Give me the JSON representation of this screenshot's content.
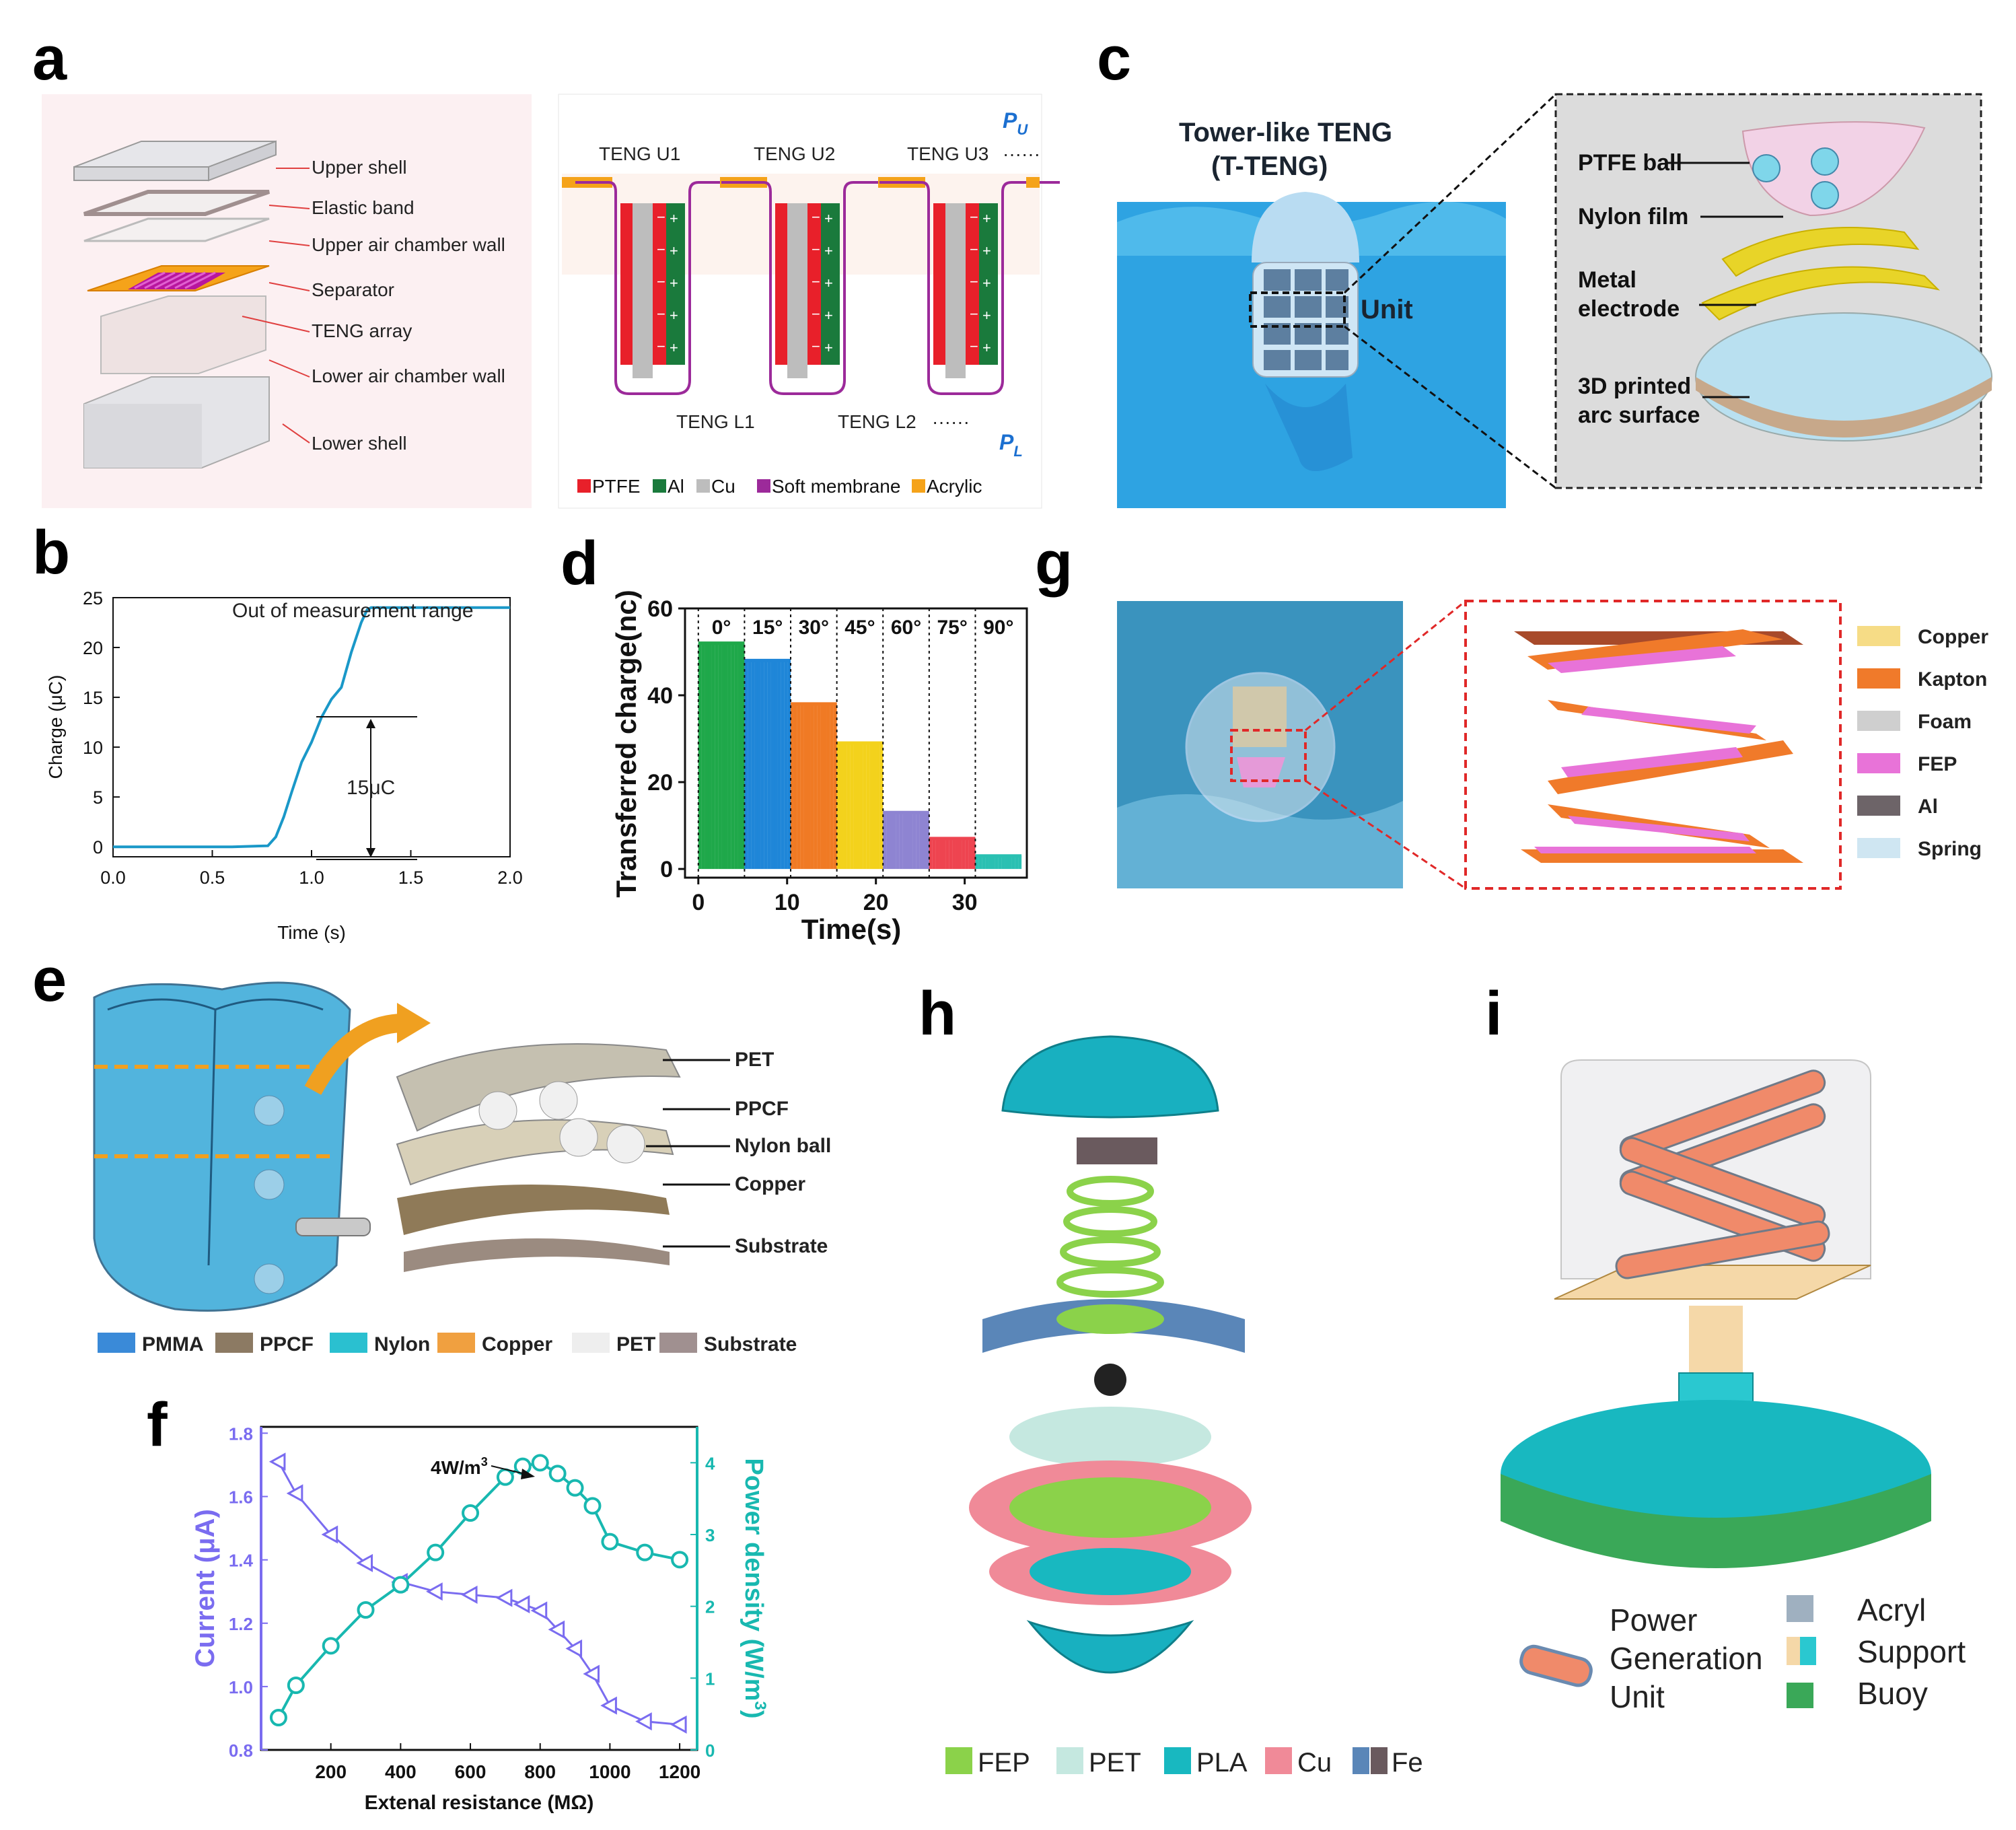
{
  "panels": {
    "a": "a",
    "b": "b",
    "c": "c",
    "d": "d",
    "e": "e",
    "f": "f",
    "g": "g",
    "h": "h",
    "i": "i"
  },
  "a": {
    "labels": [
      "Upper shell",
      "Elastic band",
      "Upper air chamber wall",
      "Separator",
      "TENG array",
      "Lower air chamber wall",
      "Lower shell"
    ],
    "upper_tengs": [
      "TENG U1",
      "TENG U2",
      "TENG U3"
    ],
    "lower_tengs": [
      "TENG L1",
      "TENG L2"
    ],
    "dots": "······",
    "pu": "P",
    "pu_sub": "U",
    "pl": "P",
    "pl_sub": "L",
    "legend": [
      {
        "name": "PTFE",
        "color": "#e8202a"
      },
      {
        "name": "Al",
        "color": "#1a7a3c"
      },
      {
        "name": "Cu",
        "color": "#bdbdbd"
      },
      {
        "name": "Soft membrane",
        "color": "#9c2a9a"
      },
      {
        "name": "Acrylic",
        "color": "#f5a31a"
      }
    ]
  },
  "b": {
    "ylabel": "Charge (μC)",
    "xlabel": "Time (s)",
    "annotation": "Out of measurement range",
    "delta": "15μC",
    "line_color": "#1a98c8"
  },
  "c": {
    "title_line1": "Tower-like TENG",
    "title_line2": "(T-TENG)",
    "unit": "Unit",
    "labels": [
      "PTFE ball",
      "Nylon film",
      "Metal",
      "electrode",
      "3D printed",
      "arc surface"
    ]
  },
  "d": {
    "ylabel": "Transferred charge(nc)",
    "xlabel": "Time(s)",
    "angles": [
      "0°",
      "15°",
      "30°",
      "45°",
      "60°",
      "75°",
      "90°"
    ]
  },
  "g": {
    "legend": [
      {
        "name": "Copper",
        "color": "#f6dc86"
      },
      {
        "name": "Kapton",
        "color": "#f07a2a"
      },
      {
        "name": "Foam",
        "color": "#cfcfcf"
      },
      {
        "name": "FEP",
        "color": "#e873d8"
      },
      {
        "name": "Al",
        "color": "#6d6468"
      },
      {
        "name": "Spring",
        "color": "#cfe6f2"
      }
    ]
  },
  "e": {
    "labels": [
      "PET",
      "PPCF",
      "Nylon ball",
      "Copper",
      "Substrate"
    ],
    "legend": [
      {
        "name": "PMMA",
        "color": "#3a8ad8"
      },
      {
        "name": "PPCF",
        "color": "#8c7a63"
      },
      {
        "name": "Nylon",
        "color": "#2ac0d0"
      },
      {
        "name": "Copper",
        "color": "#f0a040"
      },
      {
        "name": "PET",
        "color": "#eeeeee"
      },
      {
        "name": "Substrate",
        "color": "#a09090"
      }
    ]
  },
  "f": {
    "ylabel_left": "Current (μA)",
    "ylabel_right_a": "Power density (W/m",
    "ylabel_right_sup": "3",
    "ylabel_right_b": ")",
    "xlabel": "Extenal resistance (MΩ)",
    "peak": "4W/m",
    "peak_sup": "3",
    "left_color": "#7a6cf0",
    "right_color": "#18b8b0"
  },
  "h": {
    "legend": [
      {
        "name": "FEP",
        "color": "#8bd24a"
      },
      {
        "name": "PET",
        "color": "#c5e8e0"
      },
      {
        "name": "PLA",
        "color": "#18b8c0"
      },
      {
        "name": "Cu",
        "color": "#f08a98"
      },
      {
        "name": "Fe",
        "color": "#5a86b8",
        "color2": "#6a5a5e"
      }
    ]
  },
  "i": {
    "legend_left": [
      "Power",
      "Generation",
      "Unit"
    ],
    "legend_right": [
      {
        "name": "Acryl",
        "color": "#9fb0c0"
      },
      {
        "name": "Support",
        "color": "#2ac8d0",
        "color2": "#f5d8a8"
      },
      {
        "name": "Buoy",
        "color": "#3aa858"
      }
    ]
  },
  "chart_data": [
    {
      "type": "line",
      "panel": "b",
      "xlabel": "Time (s)",
      "ylabel": "Charge (μC)",
      "xlim": [
        0,
        2.0
      ],
      "ylim": [
        -1,
        25
      ],
      "xticks": [
        0.0,
        0.5,
        1.0,
        1.5,
        2.0
      ],
      "xtick_labels": [
        "0.0",
        "0.5",
        "1.0",
        "1.5",
        "2.0"
      ],
      "yticks": [
        0,
        5,
        10,
        15,
        20,
        25
      ],
      "x": [
        0.0,
        0.2,
        0.4,
        0.6,
        0.78,
        0.82,
        0.86,
        0.9,
        0.95,
        1.0,
        1.05,
        1.1,
        1.15,
        1.2,
        1.25,
        1.28,
        1.3,
        1.35,
        1.4,
        1.5,
        1.6,
        1.7,
        1.8,
        1.9,
        2.0
      ],
      "y": [
        0,
        0,
        0,
        0,
        0.1,
        1.0,
        3.0,
        5.5,
        8.5,
        10.5,
        13.0,
        14.8,
        16.0,
        19.5,
        22.5,
        23.8,
        24.0,
        24.0,
        24.0,
        24.0,
        24.0,
        24.0,
        24.0,
        24.0,
        24.0
      ]
    },
    {
      "type": "bar",
      "panel": "d",
      "xlabel": "Time(s)",
      "ylabel": "Transferred charge(nc)",
      "xlim": [
        -1.5,
        37
      ],
      "ylim": [
        -2,
        60
      ],
      "xticks": [
        0,
        10,
        20,
        30
      ],
      "yticks": [
        0,
        20,
        40,
        60
      ],
      "segments": [
        {
          "label": "0°",
          "t_start": 0,
          "t_end": 5.2,
          "value": 52,
          "color": "#1fa84a"
        },
        {
          "label": "15°",
          "t_start": 5.2,
          "t_end": 10.4,
          "value": 48,
          "color": "#1f86d8"
        },
        {
          "label": "30°",
          "t_start": 10.4,
          "t_end": 15.6,
          "value": 38,
          "color": "#f07a24"
        },
        {
          "label": "45°",
          "t_start": 15.6,
          "t_end": 20.8,
          "value": 29,
          "color": "#f3d21c"
        },
        {
          "label": "60°",
          "t_start": 20.8,
          "t_end": 26.0,
          "value": 13,
          "color": "#8e84d2"
        },
        {
          "label": "75°",
          "t_start": 26.0,
          "t_end": 31.2,
          "value": 7,
          "color": "#ee4450"
        },
        {
          "label": "90°",
          "t_start": 31.2,
          "t_end": 36.4,
          "value": 3,
          "color": "#2ac0b2"
        }
      ]
    },
    {
      "type": "line",
      "panel": "f",
      "xlabel": "Extenal resistance (MΩ)",
      "xlim": [
        0,
        1250
      ],
      "xticks": [
        200,
        400,
        600,
        800,
        1000,
        1200
      ],
      "ylim_left": [
        0.8,
        1.82
      ],
      "yticks_left": [
        0.8,
        1.0,
        1.2,
        1.4,
        1.6,
        1.8
      ],
      "ylim_right": [
        0,
        4.5
      ],
      "yticks_right": [
        0,
        1,
        2,
        3,
        4
      ],
      "series": [
        {
          "name": "Current (μA)",
          "axis": "left",
          "x": [
            50,
            100,
            200,
            300,
            400,
            500,
            600,
            700,
            750,
            800,
            850,
            900,
            950,
            1000,
            1100,
            1200
          ],
          "values": [
            1.71,
            1.61,
            1.48,
            1.39,
            1.33,
            1.3,
            1.29,
            1.28,
            1.26,
            1.24,
            1.18,
            1.12,
            1.04,
            0.94,
            0.89,
            0.88
          ]
        },
        {
          "name": "Power density (W/m3)",
          "axis": "right",
          "x": [
            50,
            100,
            200,
            300,
            400,
            500,
            600,
            700,
            750,
            800,
            850,
            900,
            950,
            1000,
            1100,
            1200
          ],
          "values": [
            0.45,
            0.9,
            1.45,
            1.95,
            2.3,
            2.75,
            3.3,
            3.8,
            3.95,
            4.0,
            3.85,
            3.65,
            3.4,
            2.9,
            2.75,
            2.65
          ]
        }
      ]
    }
  ]
}
